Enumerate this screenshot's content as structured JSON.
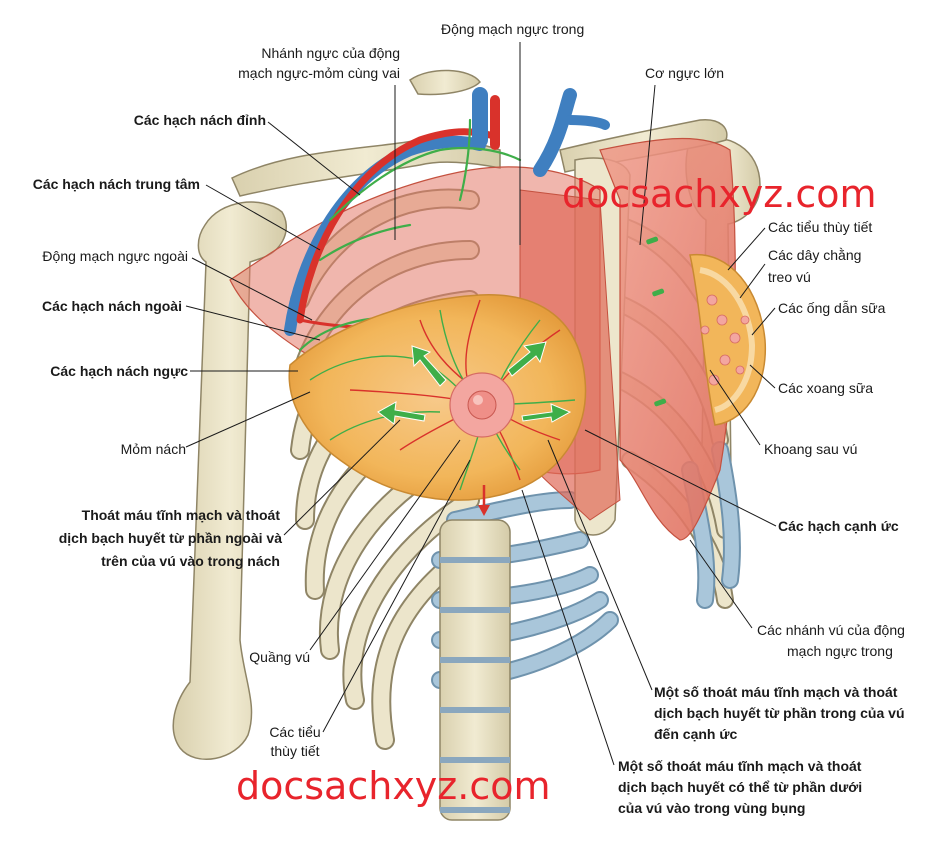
{
  "labels": {
    "dong_mach_nguc_trong": "Động mạch ngực trong",
    "nhanh_nguc_1": "Nhánh ngực của động",
    "nhanh_nguc_2": "mạch ngực-mỏm cùng vai",
    "co_nguc_lon": "Cơ ngực lớn",
    "hach_nach_dinh": "Các hạch nách đỉnh",
    "hach_nach_trung_tam": "Các hạch nách trung tâm",
    "dong_mach_nguc_ngoai": "Động mạch ngực ngoài",
    "hach_nach_ngoai": "Các hạch nách ngoài",
    "hach_nach_nguc": "Các hạch nách ngực",
    "mom_nach": "Mỏm nách",
    "thoat_mau_ngoai_1": "Thoát máu tĩnh mạch và thoát",
    "thoat_mau_ngoai_2": "dịch bạch huyết từ phần ngoài và",
    "thoat_mau_ngoai_3": "trên của vú vào trong nách",
    "quang_vu": "Quầng vú",
    "tieu_thuy_tiet_trai_1": "Các tiểu",
    "tieu_thuy_tiet_trai_2": "thùy tiết",
    "tieu_thuy_tiet_phai": "Các tiểu thùy tiết",
    "day_chang_1": "Các dây chằng",
    "day_chang_2": "treo vú",
    "ong_dan_sua": "Các ống dẫn sữa",
    "xoang_sua": "Các xoang sữa",
    "khoang_sau_vu": "Khoang sau vú",
    "hach_canh_uc": "Các hạch cạnh ức",
    "nhanh_vu_1": "Các nhánh vú của động",
    "nhanh_vu_2": "mạch ngực trong",
    "thoat_mau_trong_1": "Một số thoát máu tĩnh mạch và thoát",
    "thoat_mau_trong_2": "dịch bạch huyết từ phần trong của vú",
    "thoat_mau_trong_3": "đến cạnh ức",
    "thoat_mau_duoi_1": "Một số thoát máu tĩnh mạch và thoát",
    "thoat_mau_duoi_2": "dịch bạch huyết có thể từ phần dưới",
    "thoat_mau_duoi_3": "của vú vào trong vùng bụng"
  },
  "watermarks": {
    "top": "docsachxyz.com",
    "bottom": "docsachxyz.com"
  },
  "colors": {
    "bone": "#e9e2c6",
    "bone_edge": "#8f8566",
    "cartilage": "#a9c6da",
    "muscle": "#e5806f",
    "gland": "#f2b65a",
    "artery": "#d9322b",
    "vein": "#3f7fc0",
    "lymph": "#3fae49",
    "watermark": "#e8242c"
  }
}
